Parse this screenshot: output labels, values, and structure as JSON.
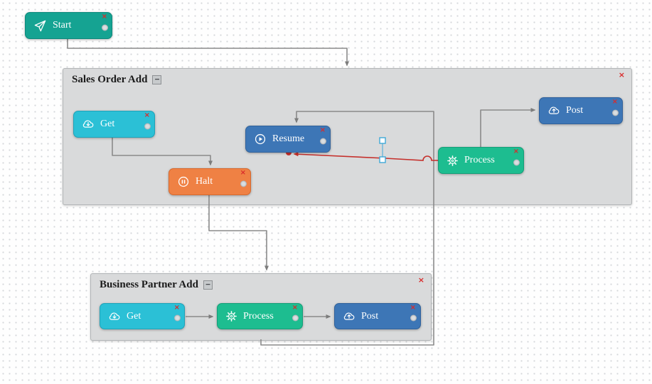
{
  "ui": {
    "delete_label": "×",
    "collapse_label": "−"
  },
  "colors": {
    "start_node": "#15a392",
    "get_node": "#2bc0d6",
    "resume_node": "#3d76b6",
    "post_node": "#3d76b6",
    "process_node": "#1dbd90",
    "halt_node": "#ef8144",
    "group_background": "#d9dadb",
    "connection_line": "#8a8a8a",
    "error_connection": "#c5302c",
    "delete_x": "#d92b2b",
    "selection_handle": "#3fa9d8"
  },
  "start": {
    "label": "Start"
  },
  "sales_order": {
    "title": "Sales Order Add",
    "nodes": [
      {
        "id": "get",
        "label": "Get"
      },
      {
        "id": "resume",
        "label": "Resume"
      },
      {
        "id": "post",
        "label": "Post"
      },
      {
        "id": "process",
        "label": "Process"
      },
      {
        "id": "halt",
        "label": "Halt"
      }
    ]
  },
  "business_partner": {
    "title": "Business Partner Add",
    "nodes": [
      {
        "id": "get",
        "label": "Get"
      },
      {
        "id": "process",
        "label": "Process"
      },
      {
        "id": "post",
        "label": "Post"
      }
    ]
  },
  "connections": [
    {
      "from": "start",
      "to": "sales-order-add"
    },
    {
      "from": "sales-order-add.get",
      "to": "sales-order-add.halt"
    },
    {
      "from": "sales-order-add.halt",
      "to": "business-partner-add"
    },
    {
      "from": "business-partner-add",
      "to": "sales-order-add.resume"
    },
    {
      "from": "sales-order-add.resume",
      "to": "sales-order-add.process",
      "status": "error-selected"
    },
    {
      "from": "sales-order-add.process",
      "to": "sales-order-add.post"
    },
    {
      "from": "business-partner-add.get",
      "to": "business-partner-add.process"
    },
    {
      "from": "business-partner-add.process",
      "to": "business-partner-add.post"
    }
  ]
}
